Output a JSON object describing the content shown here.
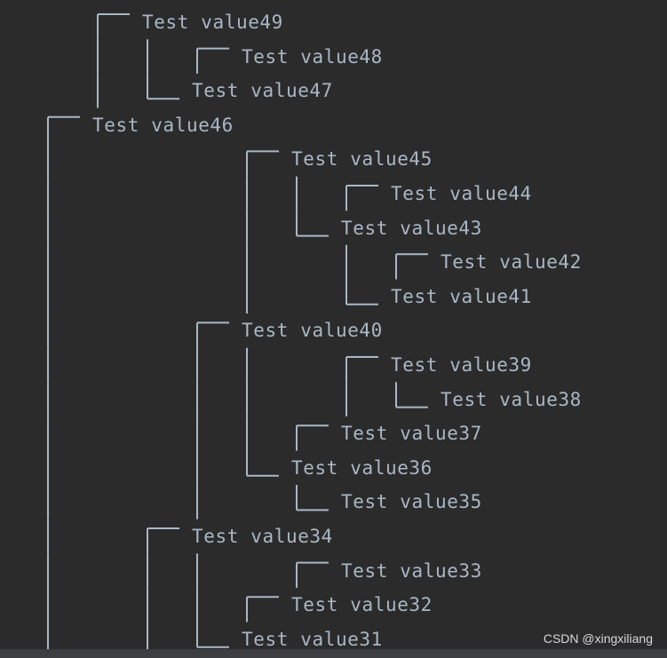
{
  "watermark": "CSDN @xingxiliang",
  "colors": {
    "background": "#2b2b2b",
    "text": "#a9b7c6",
    "bottom_strip": "#3c3f41"
  },
  "tree_lines": [
    {
      "label": "Test value49",
      "depth": 2,
      "connector": "top"
    },
    {
      "label": "Test value48",
      "depth": 4,
      "connector": "top"
    },
    {
      "label": "Test value47",
      "depth": 3,
      "connector": "bottom"
    },
    {
      "label": "Test value46",
      "depth": 1,
      "connector": "top"
    },
    {
      "label": "Test value45",
      "depth": 5,
      "connector": "top"
    },
    {
      "label": "Test value44",
      "depth": 7,
      "connector": "top"
    },
    {
      "label": "Test value43",
      "depth": 6,
      "connector": "bottom"
    },
    {
      "label": "Test value42",
      "depth": 8,
      "connector": "top"
    },
    {
      "label": "Test value41",
      "depth": 7,
      "connector": "bottom"
    },
    {
      "label": "Test value40",
      "depth": 4,
      "connector": "top"
    },
    {
      "label": "Test value39",
      "depth": 7,
      "connector": "top"
    },
    {
      "label": "Test value38",
      "depth": 8,
      "connector": "bottom"
    },
    {
      "label": "Test value37",
      "depth": 6,
      "connector": "top"
    },
    {
      "label": "Test value36",
      "depth": 5,
      "connector": "bottom"
    },
    {
      "label": "Test value35",
      "depth": 6,
      "connector": "bottom"
    },
    {
      "label": "Test value34",
      "depth": 3,
      "connector": "top"
    },
    {
      "label": "Test value33",
      "depth": 6,
      "connector": "top"
    },
    {
      "label": "Test value32",
      "depth": 5,
      "connector": "top"
    },
    {
      "label": "Test value31",
      "depth": 4,
      "connector": "bottom"
    }
  ]
}
